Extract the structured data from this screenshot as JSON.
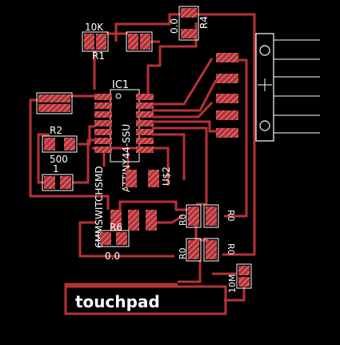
{
  "colors": {
    "background": "#000000",
    "trace": "#b63236",
    "pad": "#b63236",
    "pad_hatch": "#e7a4a6",
    "silkscreen": "#ffffff",
    "hole": "#7a7a7a"
  },
  "labels": {
    "r1_value": "10K",
    "r1_name": "R1",
    "r4_value": "0.0",
    "r4_name": "R4",
    "ic1_name": "IC1",
    "ic1_part": "ATTINY44-SSU",
    "r2_name": "R2",
    "r2_value": "500",
    "r3_value": "1",
    "cap_name": "U$2",
    "sw_name": "6MMSWITCHSMD",
    "r6_name": "R6",
    "r6_value": "0.0",
    "r0_a": "R0",
    "r0_b": "R0",
    "r0_c": "R0",
    "r0_d": "R0",
    "res_10m": "10M",
    "touchpad": "touchpad"
  },
  "header_pins": 6
}
